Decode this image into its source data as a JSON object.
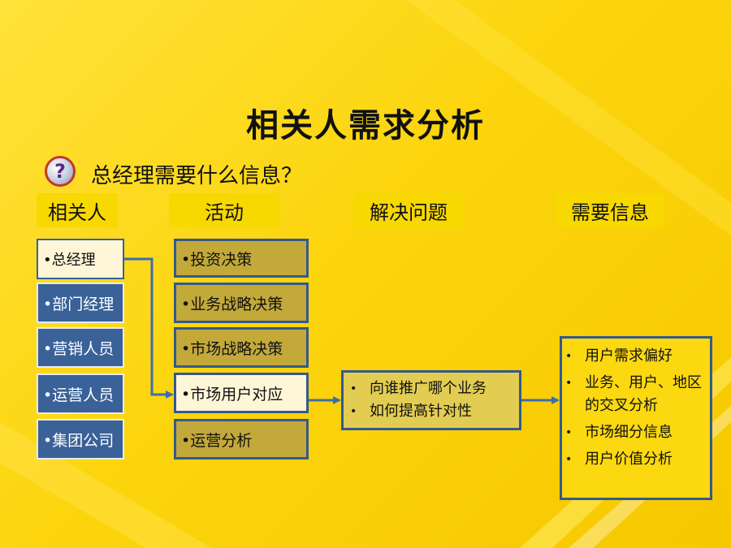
{
  "slide": {
    "title": "相关人需求分析",
    "question_icon": "question-mark-icon",
    "question": "总经理需要什么信息？",
    "headers": {
      "stakeholders": "相关人",
      "activities": "活动",
      "problems": "解决问题",
      "needs": "需要信息"
    },
    "stakeholders": [
      "•总经理",
      "•部门经理",
      "•营销人员",
      "•运营人员",
      "•集团公司"
    ],
    "activities": [
      "•投资决策",
      "•业务战略决策",
      "•市场战略决策",
      "•市场用户对应",
      "•运营分析"
    ],
    "problems": [
      "向谁推广哪个业务",
      "如何提高针对性"
    ],
    "needs": [
      "用户需求偏好",
      "业务、用户、地区的交叉分析",
      "市场细分信息",
      "用户价值分析"
    ],
    "bullet": "•",
    "colors": {
      "background": "#fcd50e",
      "blue_box": "#3a6198",
      "olive_box": "#c2a93a",
      "highlight_box": "#fff6d8",
      "connector": "#3b6eae"
    }
  }
}
